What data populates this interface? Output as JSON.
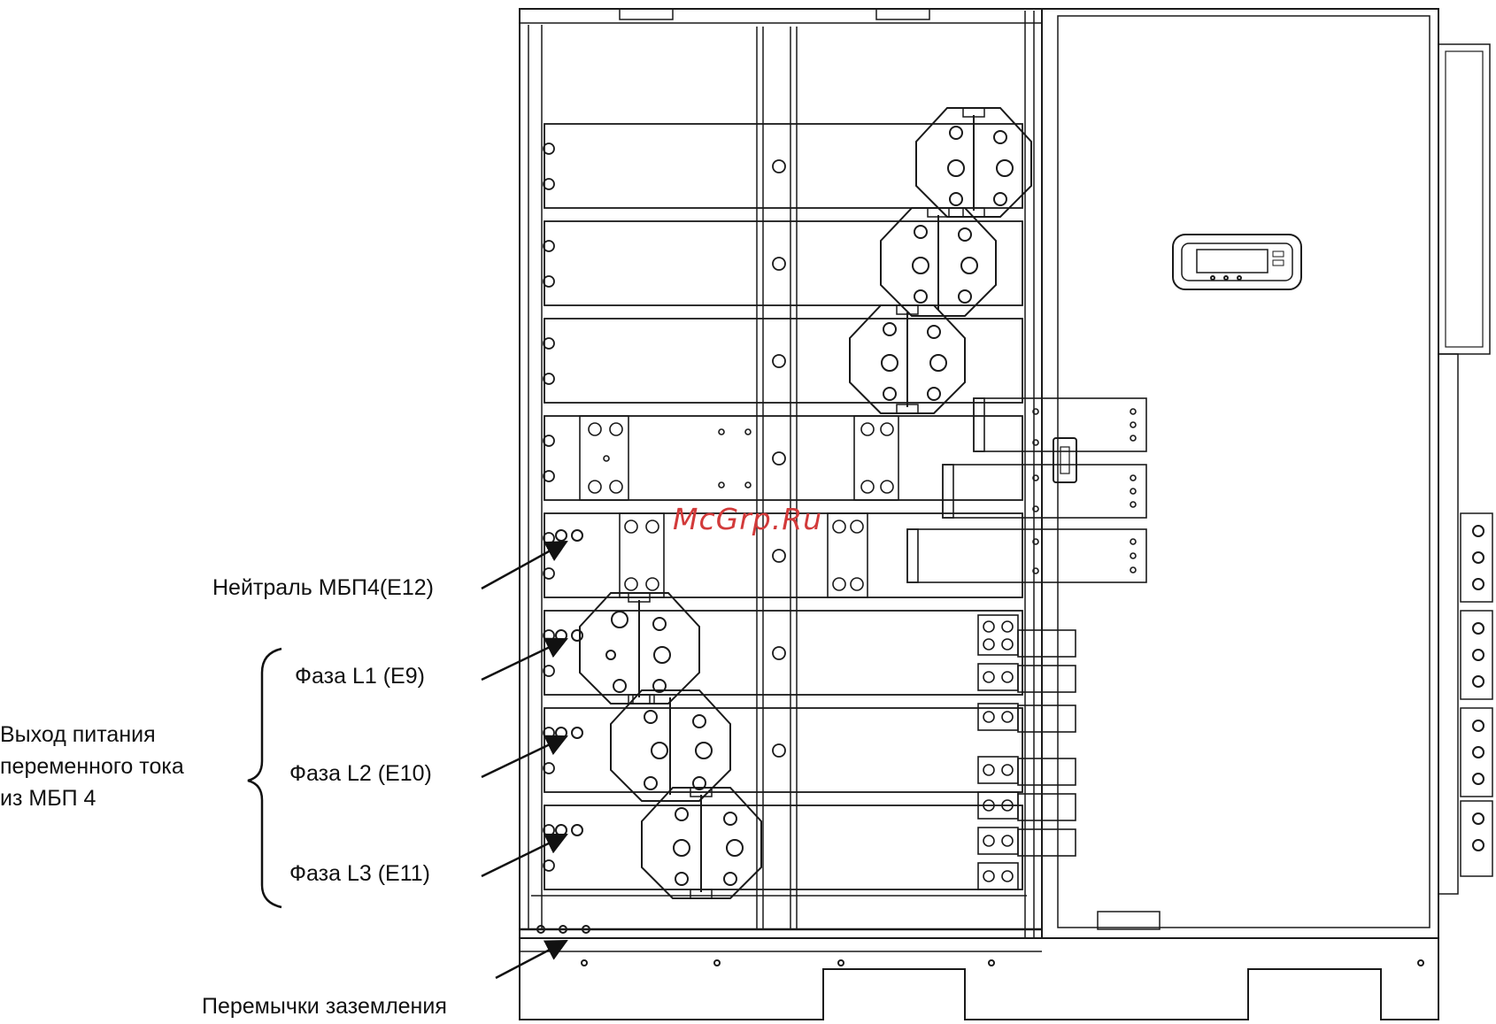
{
  "labels": {
    "neutral": "Нейтраль МБП4(E12)",
    "phase_l1": "Фаза L1 (E9)",
    "phase_l2": "Фаза L2 (E10)",
    "phase_l3": "Фаза L3 (E11)",
    "output_group": [
      "Выход питания",
      "переменного тока",
      "из МБП 4"
    ],
    "ground_jumpers": "Перемычки заземления"
  },
  "watermark": "McGrp.Ru",
  "colors": {
    "line": "#1a1a1a",
    "watermark": "#d23a3a"
  }
}
